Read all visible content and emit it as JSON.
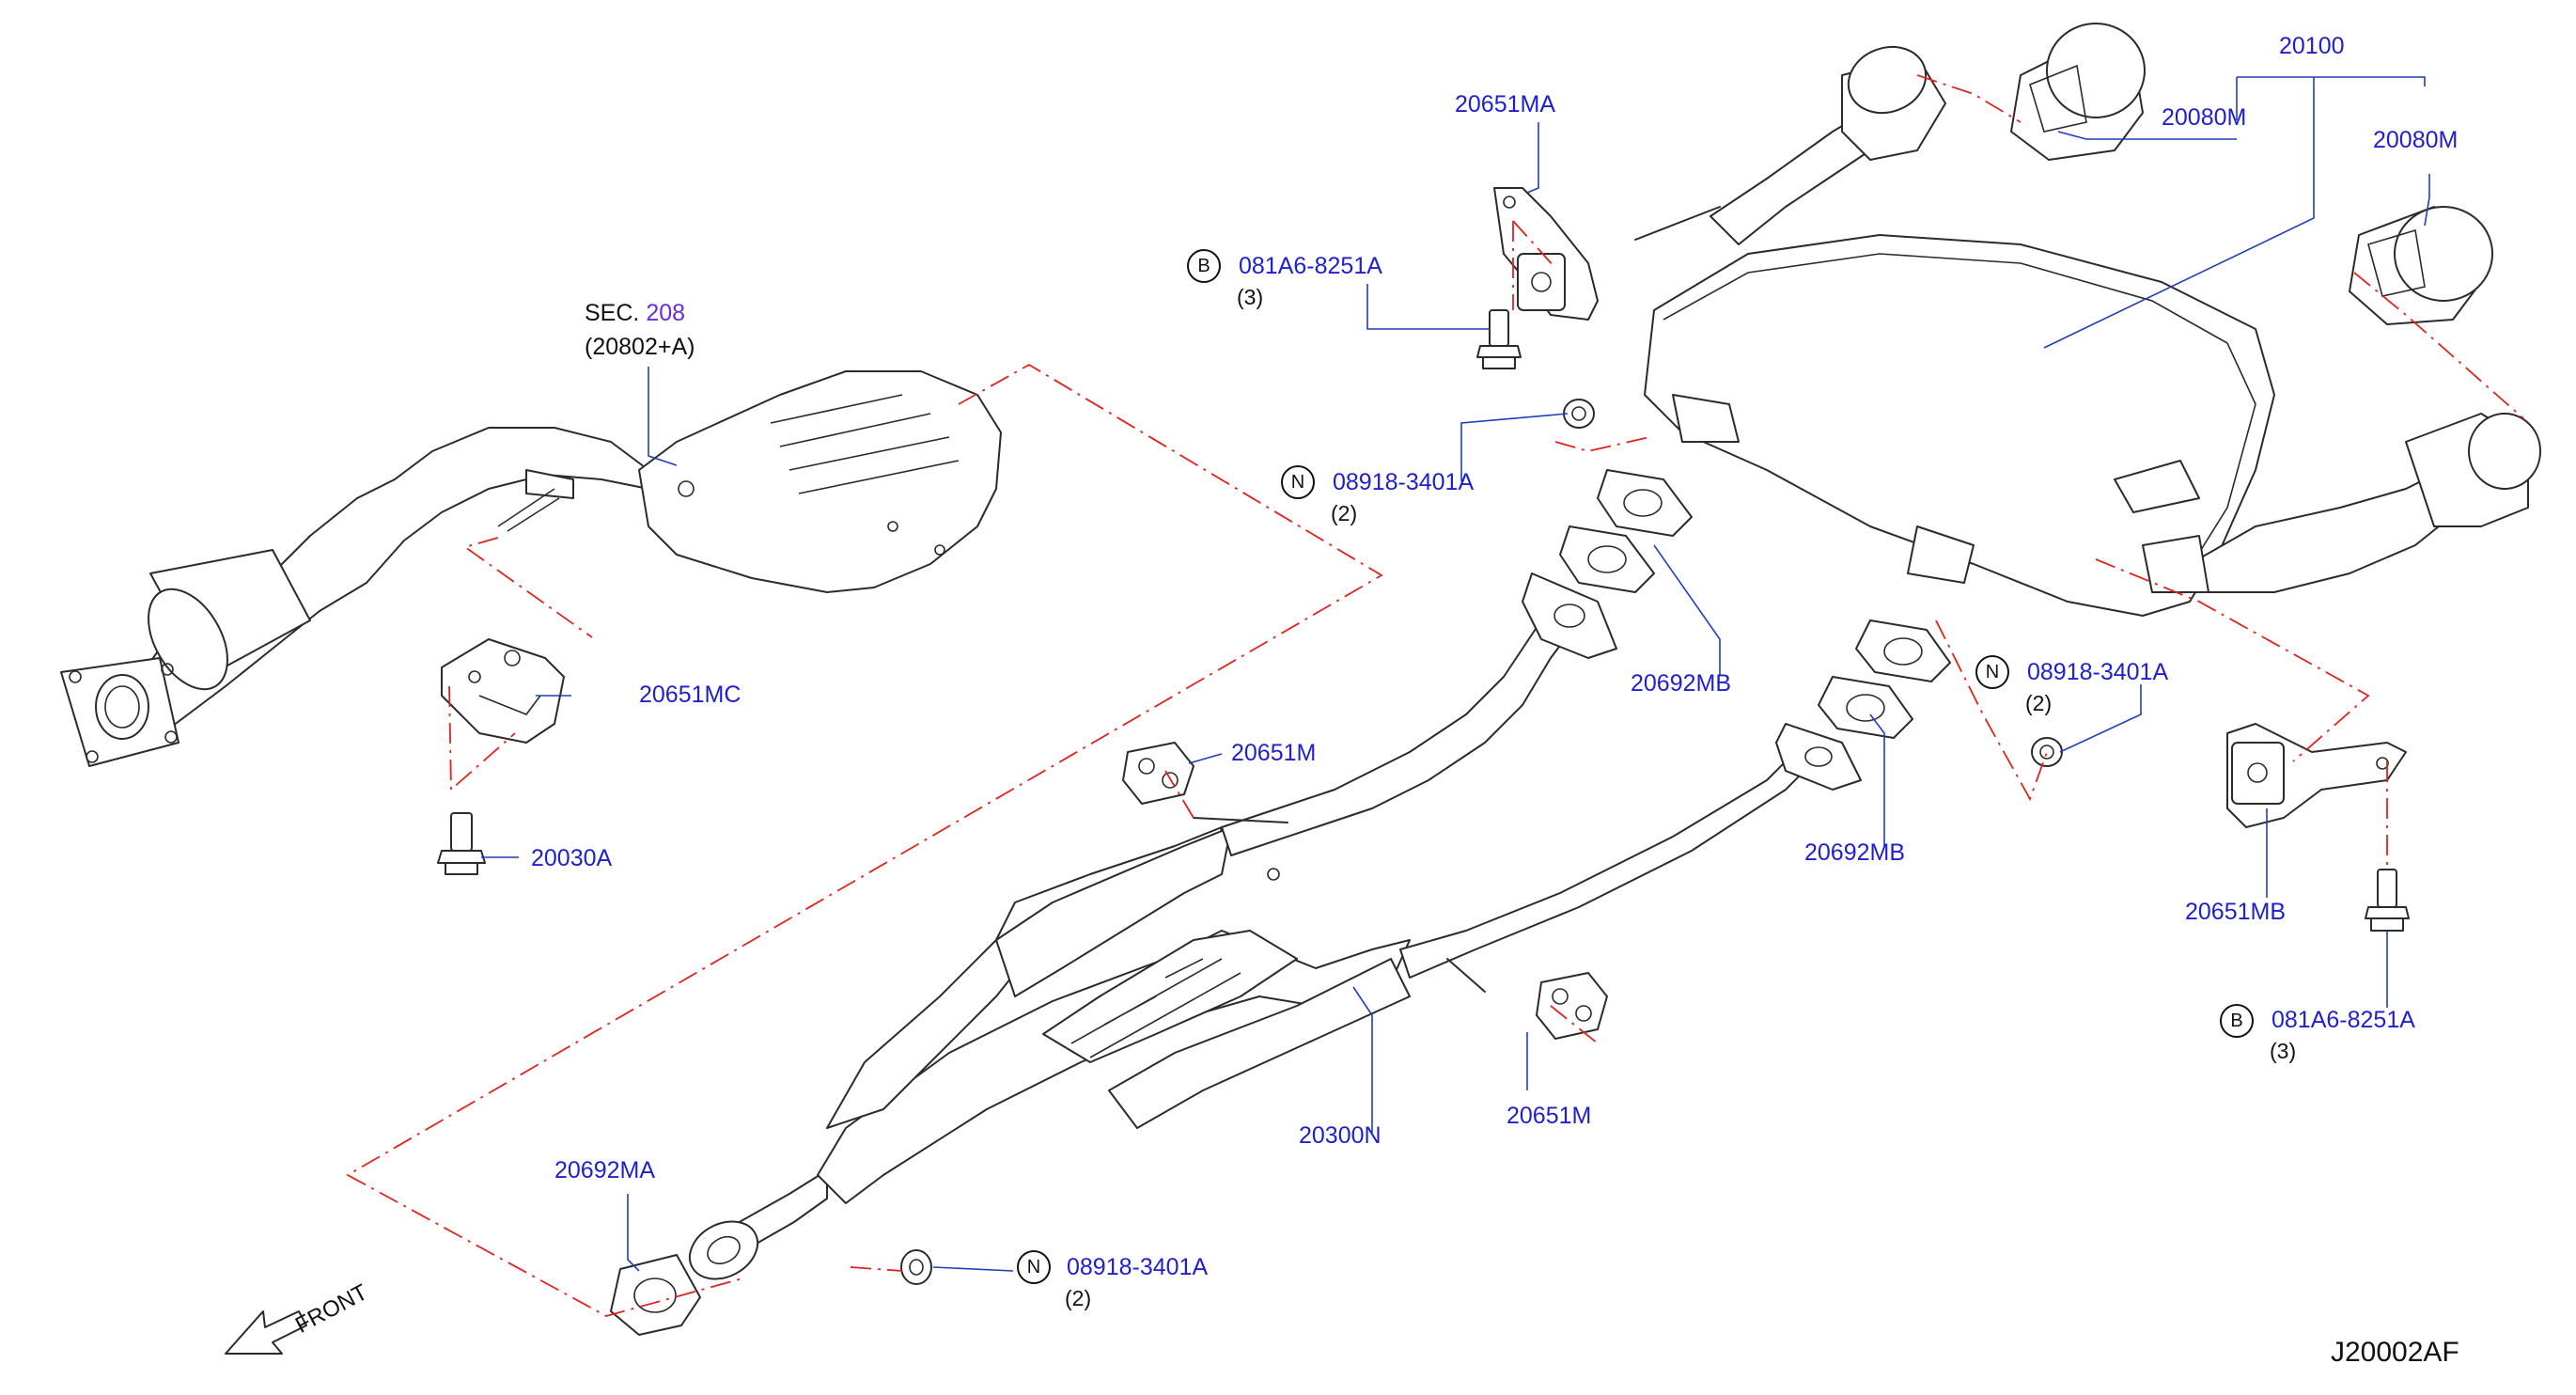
{
  "section": {
    "prefix": "SEC.",
    "number": "208",
    "sub": "(20802+A)"
  },
  "labels": {
    "p20100": "20100",
    "p20080m_a": "20080M",
    "p20080m_b": "20080M",
    "p20651ma": "20651MA",
    "p20651mc": "20651MC",
    "p20030a": "20030A",
    "p20651m_a": "20651M",
    "p20651m_b": "20651M",
    "p20692mb_a": "20692MB",
    "p20692mb_b": "20692MB",
    "p20651mb": "20651MB",
    "p20300n": "20300N",
    "p20692ma": "20692MA"
  },
  "callouts": {
    "bolt_a": {
      "symbol": "B",
      "part": "081A6-8251A",
      "qty": "(3)"
    },
    "nut_a": {
      "symbol": "N",
      "part": "08918-3401A",
      "qty": "(2)"
    },
    "nut_b": {
      "symbol": "N",
      "part": "08918-3401A",
      "qty": "(2)"
    },
    "bolt_b": {
      "symbol": "B",
      "part": "081A6-8251A",
      "qty": "(3)"
    },
    "nut_c": {
      "symbol": "N",
      "part": "08918-3401A",
      "qty": "(2)"
    }
  },
  "front_label": "FRONT",
  "diagram_code": "J20002AF",
  "colors": {
    "part_label": "#1f1fcf",
    "leader": "#1f3fb8",
    "dash": "#e0231f",
    "line": "#2b2b2b"
  }
}
